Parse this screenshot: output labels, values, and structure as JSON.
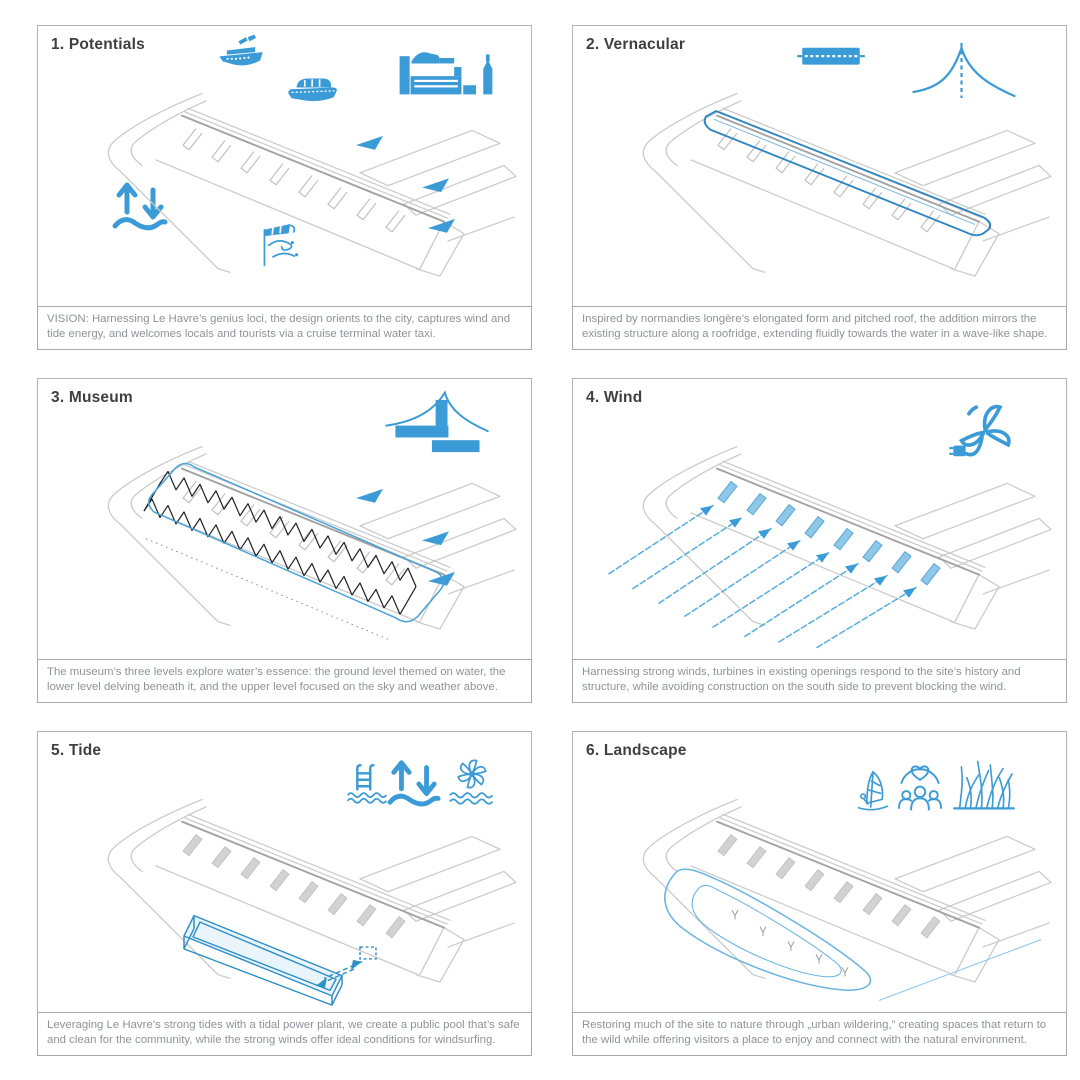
{
  "sheet": {
    "background": "#ffffff"
  },
  "colors": {
    "accent_blue": "#3b9bd7",
    "light_blue_fill": "#8ec7e8",
    "line_gray": "#c9c9c9",
    "ridge_gray": "#a2a2a2",
    "title_gray": "#3f3f3f",
    "caption_gray": "#8e939a",
    "truss_black": "#1c1c1c"
  },
  "panels": [
    {
      "title": "1. Potentials",
      "icons": [
        "cruise-ship-icon",
        "water-taxi-icon",
        "city-skyline-icon",
        "tide-arrows-icon",
        "windsock-icon",
        "flow-arrow-icon"
      ],
      "caption": "VISION: Harnessing Le Havre’s genius loci, the design orients to the city, captures wind and tide energy, and welcomes locals and tourists via a cruise terminal water taxi."
    },
    {
      "title": "2. Vernacular",
      "icons": [
        "longere-plan-icon",
        "pitched-roof-profile-icon"
      ],
      "caption": "Inspired by normandies longère’s elongated form and pitched roof, the addition mirrors the existing structure along a roofridge, extending fluidly towards the water in a wave-like shape."
    },
    {
      "title": "3. Museum",
      "icons": [
        "museum-roof-icon",
        "flow-arrow-icon"
      ],
      "caption": "The museum’s three levels explore water’s essence: the ground level themed on water, the lower level delving beneath it, and the upper level focused on the sky and weather above."
    },
    {
      "title": "4. Wind",
      "icons": [
        "wind-turbine-plug-icon",
        "wind-flow-arrows-icon"
      ],
      "caption": "Harnessing strong winds, turbines in existing openings respond to the site’s history and structure, while avoiding construction on the south side to prevent blocking the wind."
    },
    {
      "title": "5. Tide",
      "icons": [
        "pool-ladder-icon",
        "tide-arrows-icon",
        "turbine-water-icon"
      ],
      "caption": "Leveraging Le Havre’s strong tides with a tidal power plant, we create a public pool that’s safe and clean for the community, while the strong winds offer ideal conditions for windsurfing."
    },
    {
      "title": "6. Landscape",
      "icons": [
        "windsurfer-icon",
        "community-heart-icon",
        "grass-icon"
      ],
      "caption": "Restoring much of the site to nature through „urban wildering,” creating spaces that return to the wild while offering visitors a place to enjoy and connect with the natural environment."
    }
  ]
}
